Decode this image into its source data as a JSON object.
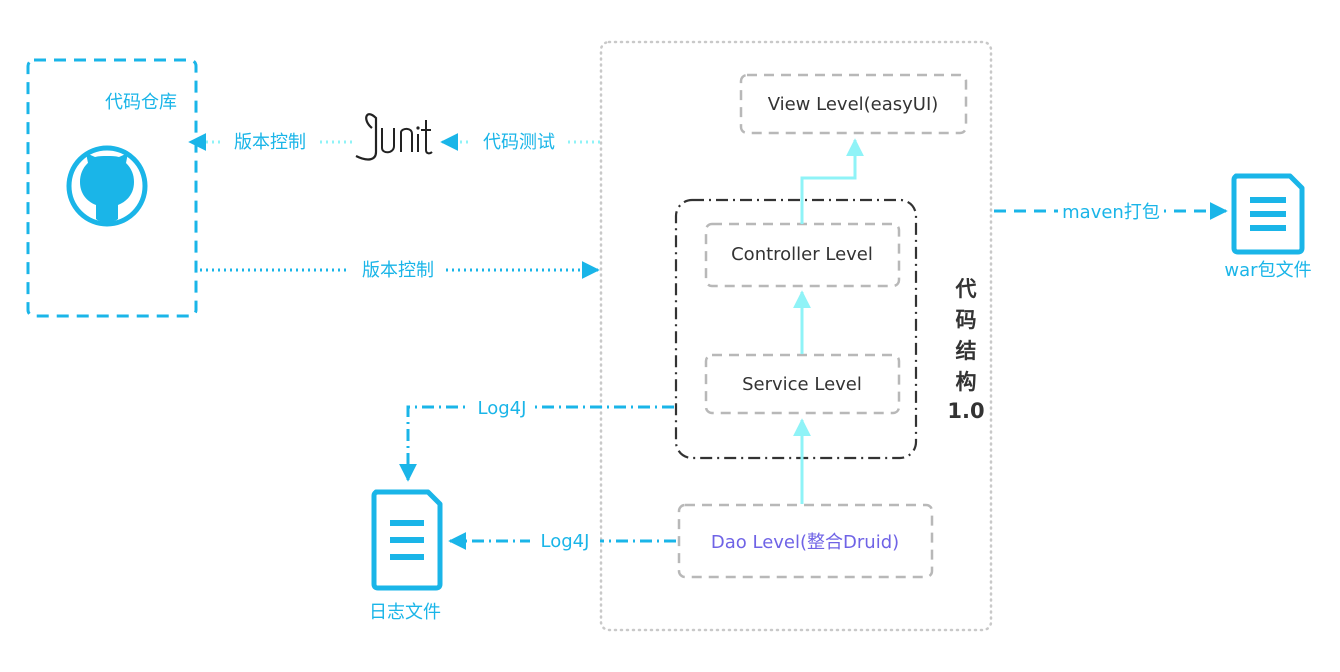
{
  "colors": {
    "accent": "#1ab5e8",
    "arrow_light": "#8ff3f7",
    "box_border": "#b8b8b8",
    "container_border": "#c9c9c9",
    "label_dark": "#333333",
    "dao_text": "#6f63e6"
  },
  "repository": {
    "label": "代码仓库",
    "icon": "github-icon"
  },
  "junit": {
    "label": "Junit",
    "icon": "junit-logo"
  },
  "edges": {
    "junit_to_repo": "版本控制",
    "code_to_junit": "代码测试",
    "repo_to_code": "版本控制",
    "code_to_war": "maven打包",
    "service_to_log": "Log4J",
    "dao_to_log": "Log4J"
  },
  "levels": {
    "view": "View Level(easyUI)",
    "controller": "Controller Level",
    "service": "Service Level",
    "dao": "Dao Level(整合Druid)"
  },
  "code_structure": {
    "chars": [
      "代",
      "码",
      "结",
      "构"
    ],
    "version": "1.0"
  },
  "outputs": {
    "war": {
      "label": "war包文件",
      "icon": "document-icon"
    },
    "log": {
      "label": "日志文件",
      "icon": "document-icon"
    }
  }
}
